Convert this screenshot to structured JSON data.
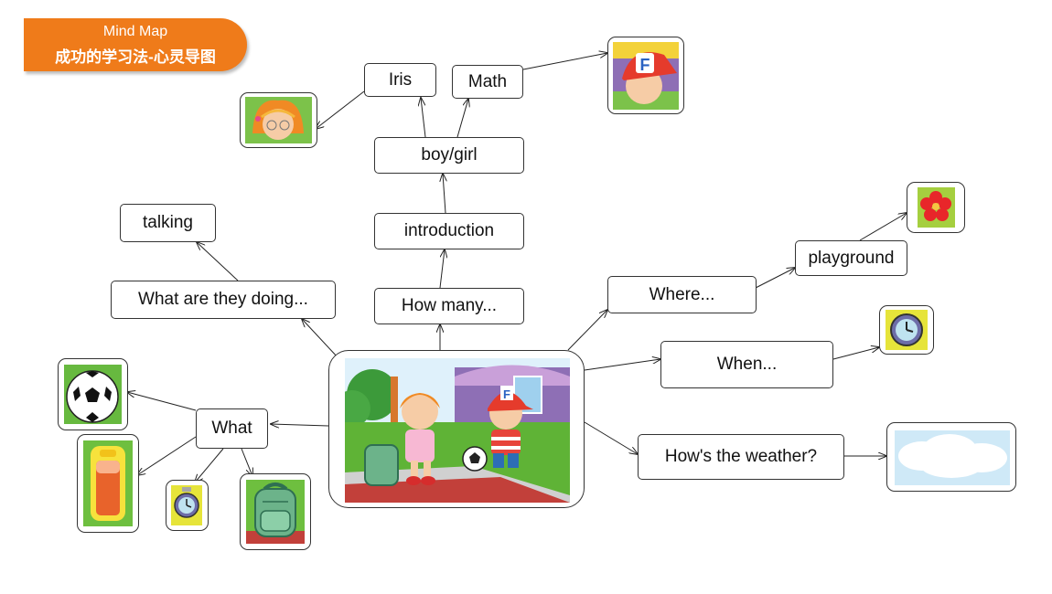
{
  "banner": {
    "title": "Mind Map",
    "subtitle": "成功的学习法-心灵导图"
  },
  "nodes": {
    "iris": "Iris",
    "math": "Math",
    "boy_girl": "boy/girl",
    "introduction": "introduction",
    "how_many": "How many...",
    "talking": "talking",
    "what_doing": "What are they doing...",
    "what": "What",
    "where": "Where...",
    "playground": "playground",
    "when": "When...",
    "weather": "How's the weather?"
  },
  "pictures": {
    "center": "children-playing-football-picture",
    "girl": "girl-picture",
    "boy": "boy-with-cap-picture",
    "flower": "flower-picture",
    "clock_right": "clock-picture",
    "cloud": "cloud-picture",
    "ball": "football-picture",
    "bottle": "bottle-picture",
    "clock_small": "small-clock-picture",
    "bag": "schoolbag-picture"
  },
  "colors": {
    "banner": "#ef7b1a",
    "grass": "#5fb336",
    "sky": "#cfe9f7"
  }
}
